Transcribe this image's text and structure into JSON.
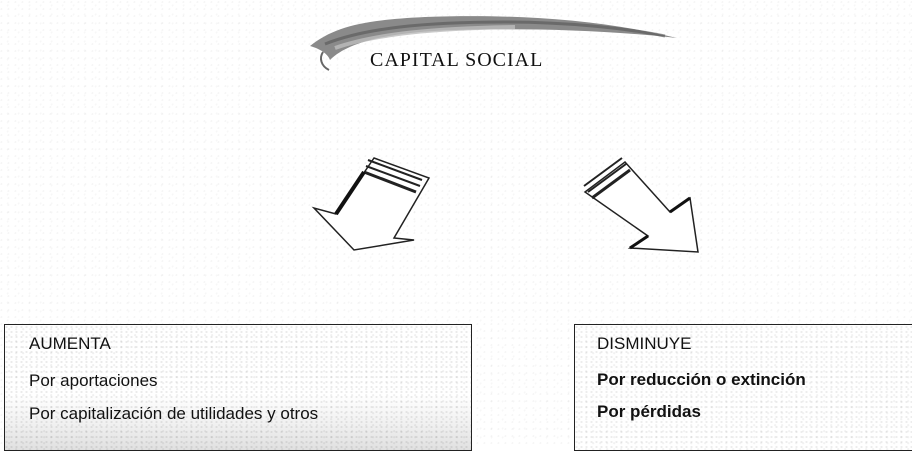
{
  "header": {
    "title": "CAPITAL SOCIAL"
  },
  "arrows": [
    {
      "icon": "arrow-down-left-icon",
      "color": "#222222"
    },
    {
      "icon": "arrow-down-right-icon",
      "color": "#222222"
    }
  ],
  "boxes": [
    {
      "heading": "AUMENTA",
      "items": [
        "Por aportaciones",
        "Por capitalización de utilidades y otros"
      ]
    },
    {
      "heading": "DISMINUYE",
      "items": [
        "Por reducción o extinción",
        "Por pérdidas"
      ]
    }
  ]
}
